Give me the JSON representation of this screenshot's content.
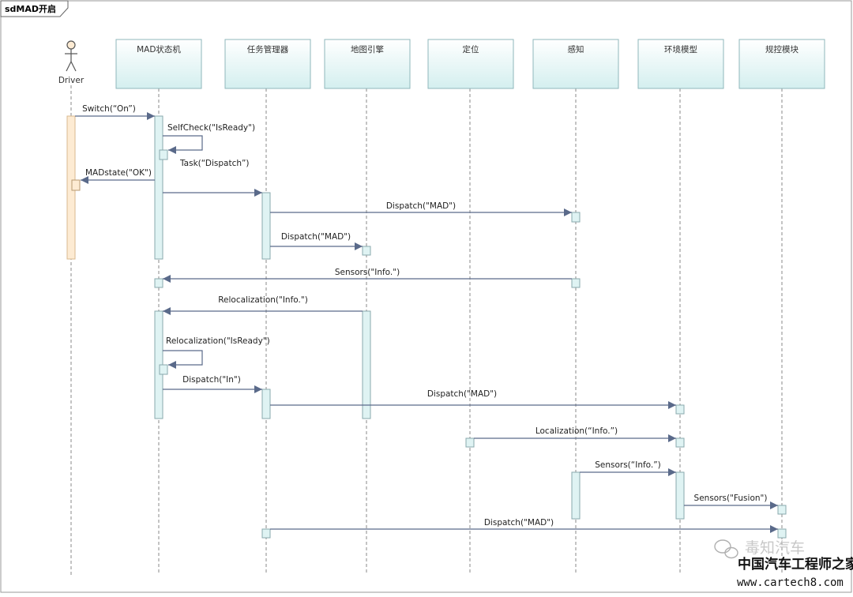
{
  "diagram": {
    "title": "sdMAD开启",
    "actor_label": "Driver",
    "lifelines": [
      {
        "id": "mad",
        "label": "MAD状态机"
      },
      {
        "id": "task",
        "label": "任务管理器"
      },
      {
        "id": "map",
        "label": "地图引擎"
      },
      {
        "id": "loc",
        "label": "定位"
      },
      {
        "id": "per",
        "label": "感知"
      },
      {
        "id": "env",
        "label": "环境模型"
      },
      {
        "id": "ctrl",
        "label": "规控模块"
      }
    ],
    "messages": [
      {
        "id": "m1",
        "label": "Switch(“On”)"
      },
      {
        "id": "m2",
        "label": "SelfCheck(\"IsReady\")"
      },
      {
        "id": "m3",
        "label": "Task(“Dispatch”)"
      },
      {
        "id": "m4",
        "label": "MADstate(\"OK\")"
      },
      {
        "id": "m5",
        "label": "Dispatch(\"MAD\")"
      },
      {
        "id": "m6",
        "label": "Dispatch(\"MAD\")"
      },
      {
        "id": "m7",
        "label": "Sensors(\"Info.\")"
      },
      {
        "id": "m8",
        "label": "Relocalization(\"Info.\")"
      },
      {
        "id": "m9",
        "label": "Relocalization(\"IsReady\")"
      },
      {
        "id": "m10",
        "label": "Dispatch(\"In\")"
      },
      {
        "id": "m11",
        "label": "Dispatch(\"MAD\")"
      },
      {
        "id": "m12",
        "label": "Localization(“Info.”)"
      },
      {
        "id": "m13",
        "label": "Sensors(“Info.”)"
      },
      {
        "id": "m14",
        "label": "Sensors(\"Fusion\")"
      },
      {
        "id": "m15",
        "label": "Dispatch(\"MAD\")"
      }
    ]
  },
  "watermark": {
    "brand_faded": "毒知汽车",
    "brand": "中国汽车工程师之家",
    "url": "www.cartech8.com"
  },
  "colors": {
    "lifeline_fill": "#dff3f3",
    "lifeline_stroke": "#8fb7bb",
    "activation_fill": "#dff3f3",
    "actor_activation_fill": "#fdebd3",
    "arrow": "#5a6a8a"
  }
}
